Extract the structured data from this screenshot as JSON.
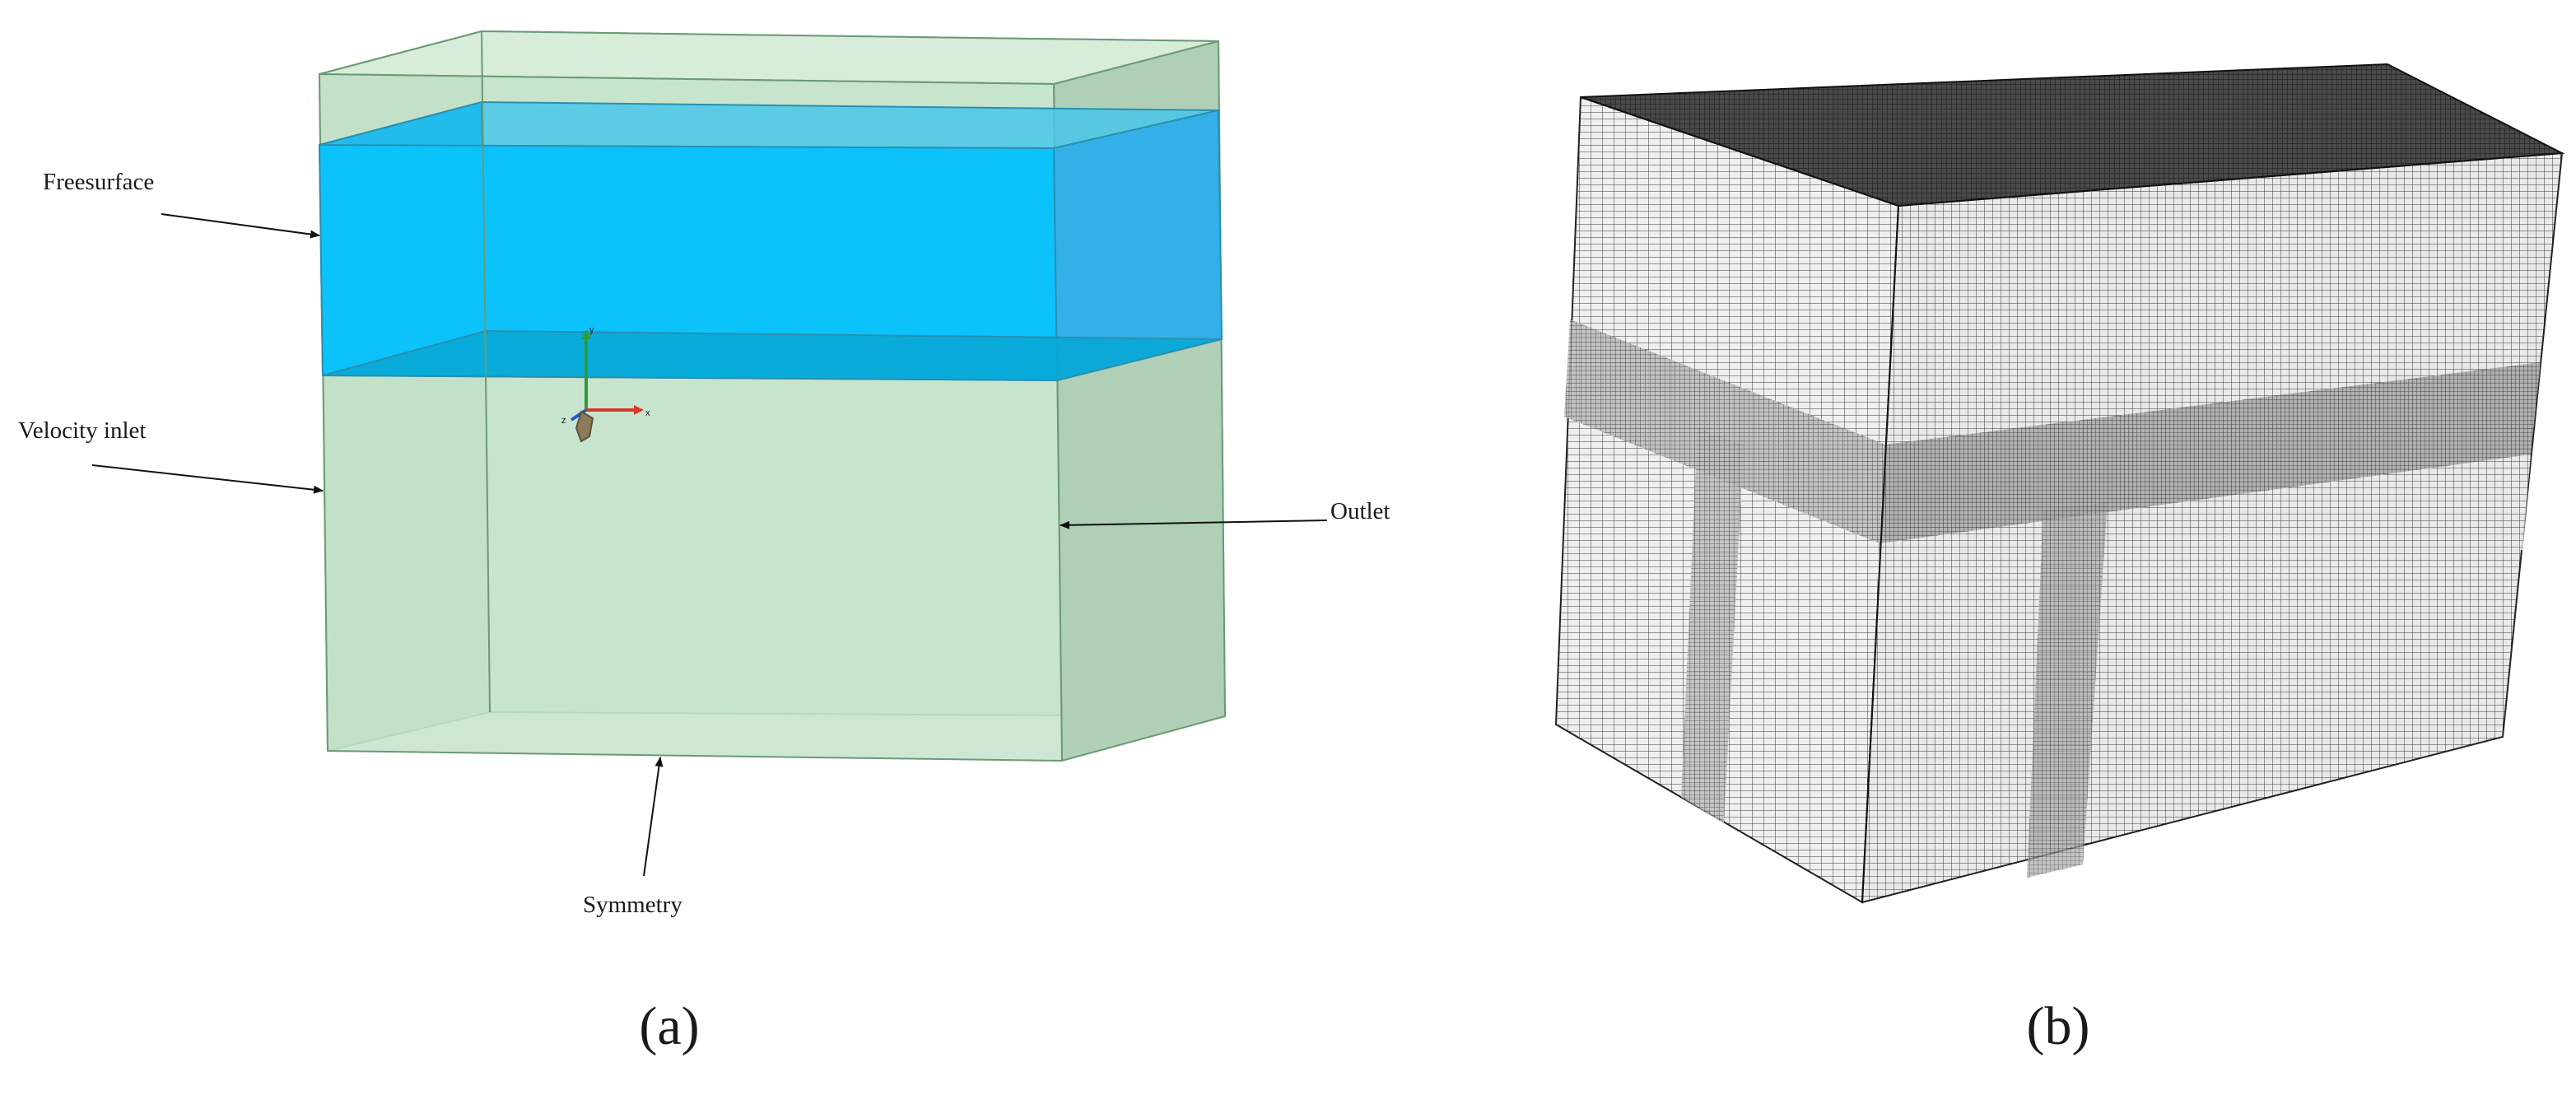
{
  "panels": [
    {
      "id": "a",
      "label": "(a)",
      "annotations": {
        "freesurface": "Freesurface",
        "velocity_inlet": "Velocity inlet",
        "outlet": "Outlet",
        "symmetry": "Symmetry"
      },
      "triad": {
        "x": "x",
        "y": "y",
        "z": "z"
      }
    },
    {
      "id": "b",
      "label": "(b)"
    }
  ],
  "colors": {
    "domain_fill": "#c6e3cb",
    "domain_edge": "#6b9a74",
    "water_fill": "#0cc2fb",
    "water_dark": "#0aa6d8",
    "mesh_line": "#2b2b2b",
    "mesh_face": "#f2f2f2"
  }
}
